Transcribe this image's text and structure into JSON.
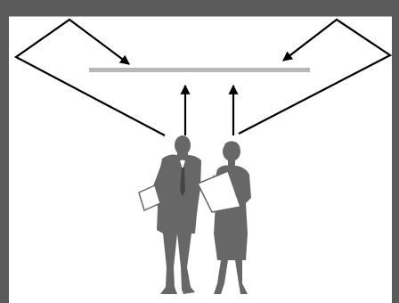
{
  "colors": {
    "frame": "#5a5a5a",
    "figures": "#676767",
    "arrows": "#000000",
    "light_band": "#b8b8b8",
    "background": "#ffffff"
  },
  "elements": {
    "header_bar": "header-bar",
    "light_band": "light-band",
    "people": [
      "businessman-figure",
      "businesswoman-figure"
    ],
    "arrows": [
      "corner-to-band-arrow-left",
      "corner-to-band-arrow-right",
      "vertical-arrow-left",
      "vertical-arrow-right"
    ]
  }
}
